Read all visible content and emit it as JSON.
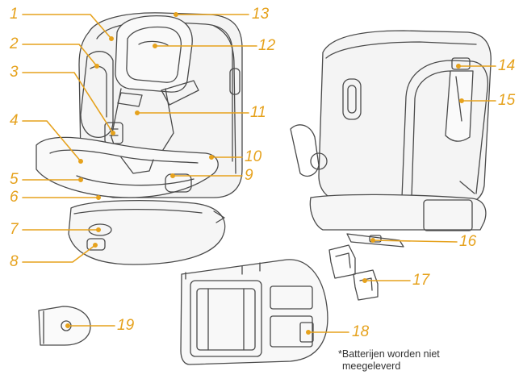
{
  "colors": {
    "callout": "#e6a21d",
    "line_art": "#4a4a4a",
    "fill": "#f4f4f4",
    "note_text": "#333333"
  },
  "callouts": [
    {
      "id": "1",
      "label": "1"
    },
    {
      "id": "2",
      "label": "2"
    },
    {
      "id": "3",
      "label": "3"
    },
    {
      "id": "4",
      "label": "4"
    },
    {
      "id": "5",
      "label": "5"
    },
    {
      "id": "6",
      "label": "6"
    },
    {
      "id": "7",
      "label": "7"
    },
    {
      "id": "8",
      "label": "8"
    },
    {
      "id": "9",
      "label": "9"
    },
    {
      "id": "10",
      "label": "10"
    },
    {
      "id": "11",
      "label": "11"
    },
    {
      "id": "12",
      "label": "12"
    },
    {
      "id": "13",
      "label": "13"
    },
    {
      "id": "14",
      "label": "14"
    },
    {
      "id": "15",
      "label": "15"
    },
    {
      "id": "16",
      "label": "16"
    },
    {
      "id": "17",
      "label": "17"
    },
    {
      "id": "18",
      "label": "18"
    },
    {
      "id": "19",
      "label": "19"
    }
  ],
  "note": {
    "line1": "*Batterijen worden niet",
    "line2": "meegeleverd"
  }
}
